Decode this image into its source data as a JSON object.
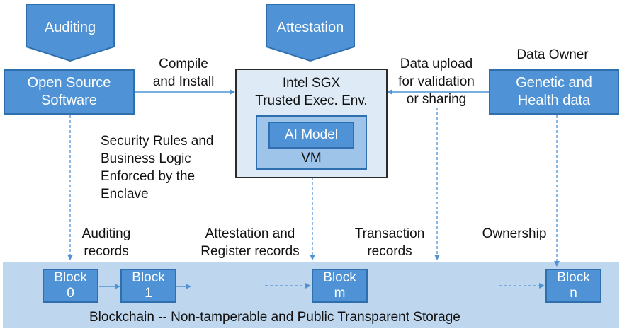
{
  "pentagons": {
    "auditing": "Auditing",
    "attestation": "Attestation"
  },
  "boxes": {
    "open_source": "Open Source\nSoftware",
    "genetic": "Genetic and\nHealth data",
    "sgx_title": "Intel SGX\nTrusted Exec. Env.",
    "ai_model": "AI Model",
    "vm": "VM"
  },
  "labels": {
    "compile": "Compile\nand Install",
    "data_upload": "Data upload\nfor validation\nor sharing",
    "data_owner": "Data Owner",
    "security_rules": "Security Rules and\nBusiness Logic\nEnforced by the\nEnclave",
    "auditing_records": "Auditing\nrecords",
    "attestation_records": "Attestation and\nRegister records",
    "transaction_records": "Transaction\nrecords",
    "ownership": "Ownership"
  },
  "blockchain": {
    "blocks": [
      "Block\n0",
      "Block\n1",
      "Block\nm",
      "Block\nn"
    ],
    "caption": "Blockchain -- Non-tamperable and Public Transparent  Storage"
  }
}
